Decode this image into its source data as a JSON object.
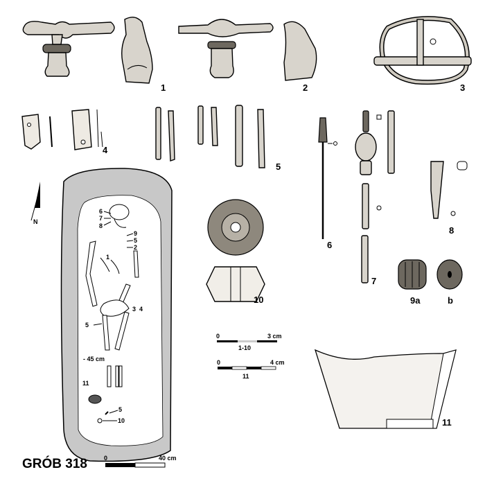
{
  "title": "GRÓB 318",
  "north_label": "N",
  "finds_labels": {
    "f1": "1",
    "f2": "2",
    "f3": "3",
    "f4": "4",
    "f5": "5",
    "f6": "6",
    "f7": "7",
    "f8": "8",
    "f9a": "9a",
    "f9b": "b",
    "f10": "10",
    "f11": "11"
  },
  "plan_labels": {
    "p6": "6",
    "p7": "7",
    "p8": "8",
    "p9": "9",
    "p5a": "5",
    "p2": "2",
    "p1": "1",
    "p3": "3",
    "p4": "4",
    "p5b": "5",
    "depth": "- 45 cm",
    "p11": "11",
    "p5c": "5",
    "p10": "10"
  },
  "scales": {
    "plan": {
      "start": "0",
      "end": "40 cm"
    },
    "small": {
      "start": "0",
      "end": "3 cm",
      "caption": "1-10"
    },
    "pot": {
      "start": "0",
      "end": "4 cm",
      "caption": "11"
    }
  },
  "colors": {
    "grave_fill": "#c8c8c8",
    "ink": "#000000"
  }
}
